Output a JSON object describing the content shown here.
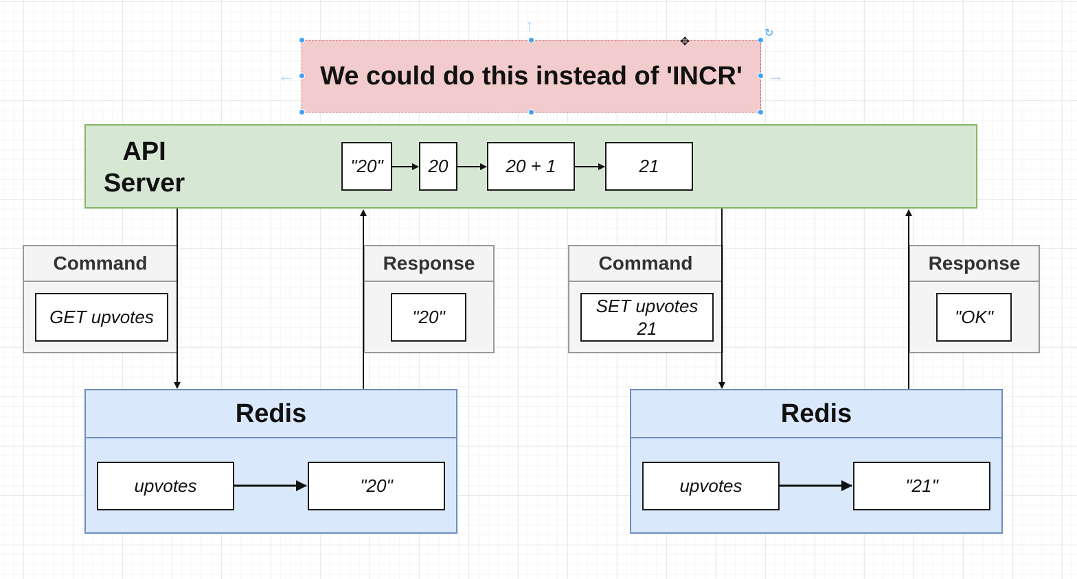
{
  "title_note": "We could do this instead of 'INCR'",
  "api_server": {
    "label_line1": "API",
    "label_line2": "Server",
    "steps": [
      "\"20\"",
      "20",
      "20 + 1",
      "21"
    ]
  },
  "flow_left": {
    "command": {
      "header": "Command",
      "value": "GET upvotes"
    },
    "response": {
      "header": "Response",
      "value": "\"20\""
    },
    "redis": {
      "header": "Redis",
      "key": "upvotes",
      "value": "\"20\""
    }
  },
  "flow_right": {
    "command": {
      "header": "Command",
      "value": "SET upvotes 21"
    },
    "response": {
      "header": "Response",
      "value": "\"OK\""
    },
    "redis": {
      "header": "Redis",
      "key": "upvotes",
      "value": "\"21\""
    }
  },
  "colors": {
    "note_fill": "#f2cccc",
    "api_fill": "#d6e8d4",
    "api_border": "#86b567",
    "redis_fill": "#dae8fc",
    "redis_border": "#6c8ebf",
    "panel_fill": "#f4f4f4",
    "selection_handle": "#3ea1f5"
  }
}
